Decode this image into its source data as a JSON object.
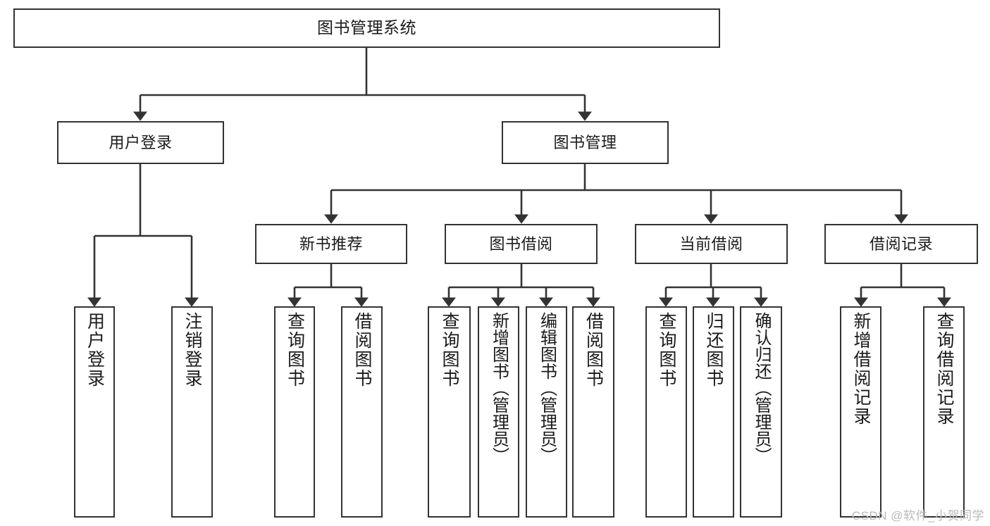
{
  "diagram": {
    "title": "图书管理系统",
    "type": "tree-hierarchy-chart",
    "colors": {
      "box_border": "#333333",
      "box_fill": "#ffffff",
      "connector": "#333333",
      "text": "#1a1a1a",
      "watermark": "#b9b9b9",
      "background": "#ffffff"
    }
  },
  "root": {
    "label": "图书管理系统"
  },
  "level2": [
    {
      "label": "用户登录"
    },
    {
      "label": "图书管理"
    }
  ],
  "level3": [
    {
      "label": "新书推荐"
    },
    {
      "label": "图书借阅"
    },
    {
      "label": "当前借阅"
    },
    {
      "label": "借阅记录"
    }
  ],
  "leaves": {
    "user_login": [
      {
        "label": "用户登录"
      },
      {
        "label": "注销登录"
      }
    ],
    "new_book_recommend": [
      {
        "label": "查询图书"
      },
      {
        "label": "借阅图书"
      }
    ],
    "book_borrow": [
      {
        "label": "查询图书"
      },
      {
        "label": "新增图书（管理员）"
      },
      {
        "label": "编辑图书（管理员）"
      },
      {
        "label": "借阅图书"
      }
    ],
    "current_borrow": [
      {
        "label": "查询图书"
      },
      {
        "label": "归还图书"
      },
      {
        "label": "确认归还（管理员）"
      }
    ],
    "borrow_record": [
      {
        "label": "新增借阅记录"
      },
      {
        "label": "查询借阅记录"
      }
    ]
  },
  "watermark": {
    "text": "CSDN @软件_小贺同学"
  }
}
